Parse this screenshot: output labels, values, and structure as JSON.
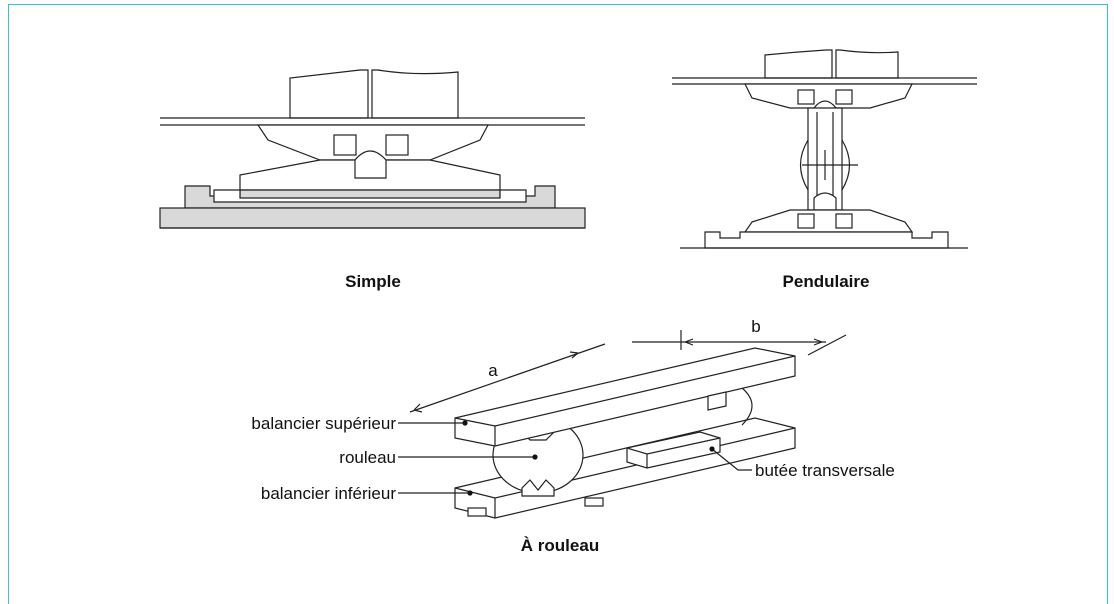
{
  "figures": {
    "simple": {
      "caption": "Simple"
    },
    "pendular": {
      "caption": "Pendulaire"
    },
    "roller": {
      "caption": "À rouleau",
      "dimensions": {
        "length": "a",
        "width": "b"
      },
      "labels": {
        "upper_rocker": "balancier supérieur",
        "roller": "rouleau",
        "lower_rocker": "balancier inférieur",
        "transverse_stop": "butée transversale"
      }
    }
  },
  "colors": {
    "frame_border": "#2fc4d8",
    "fill_gray": "#d9d9d9",
    "line": "#222222"
  }
}
